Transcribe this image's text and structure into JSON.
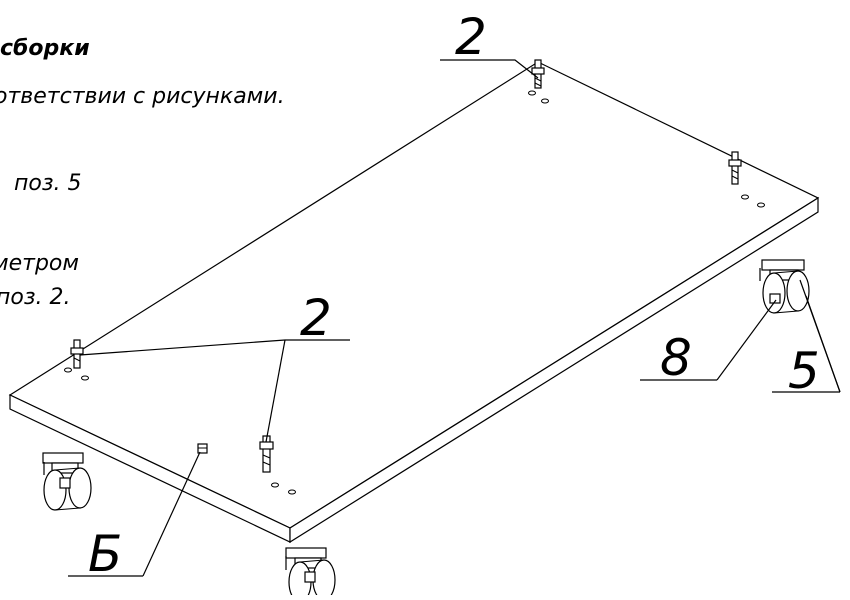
{
  "instructions": {
    "title": "сборки",
    "line1": "ответствии с рисунками.",
    "line2": "поз. 5",
    "line3": "метром",
    "line4": "поз. 2."
  },
  "callouts": {
    "pos_2_top": "2",
    "pos_2_middle": "2",
    "pos_8": "8",
    "pos_5": "5",
    "view_b": "Б"
  }
}
